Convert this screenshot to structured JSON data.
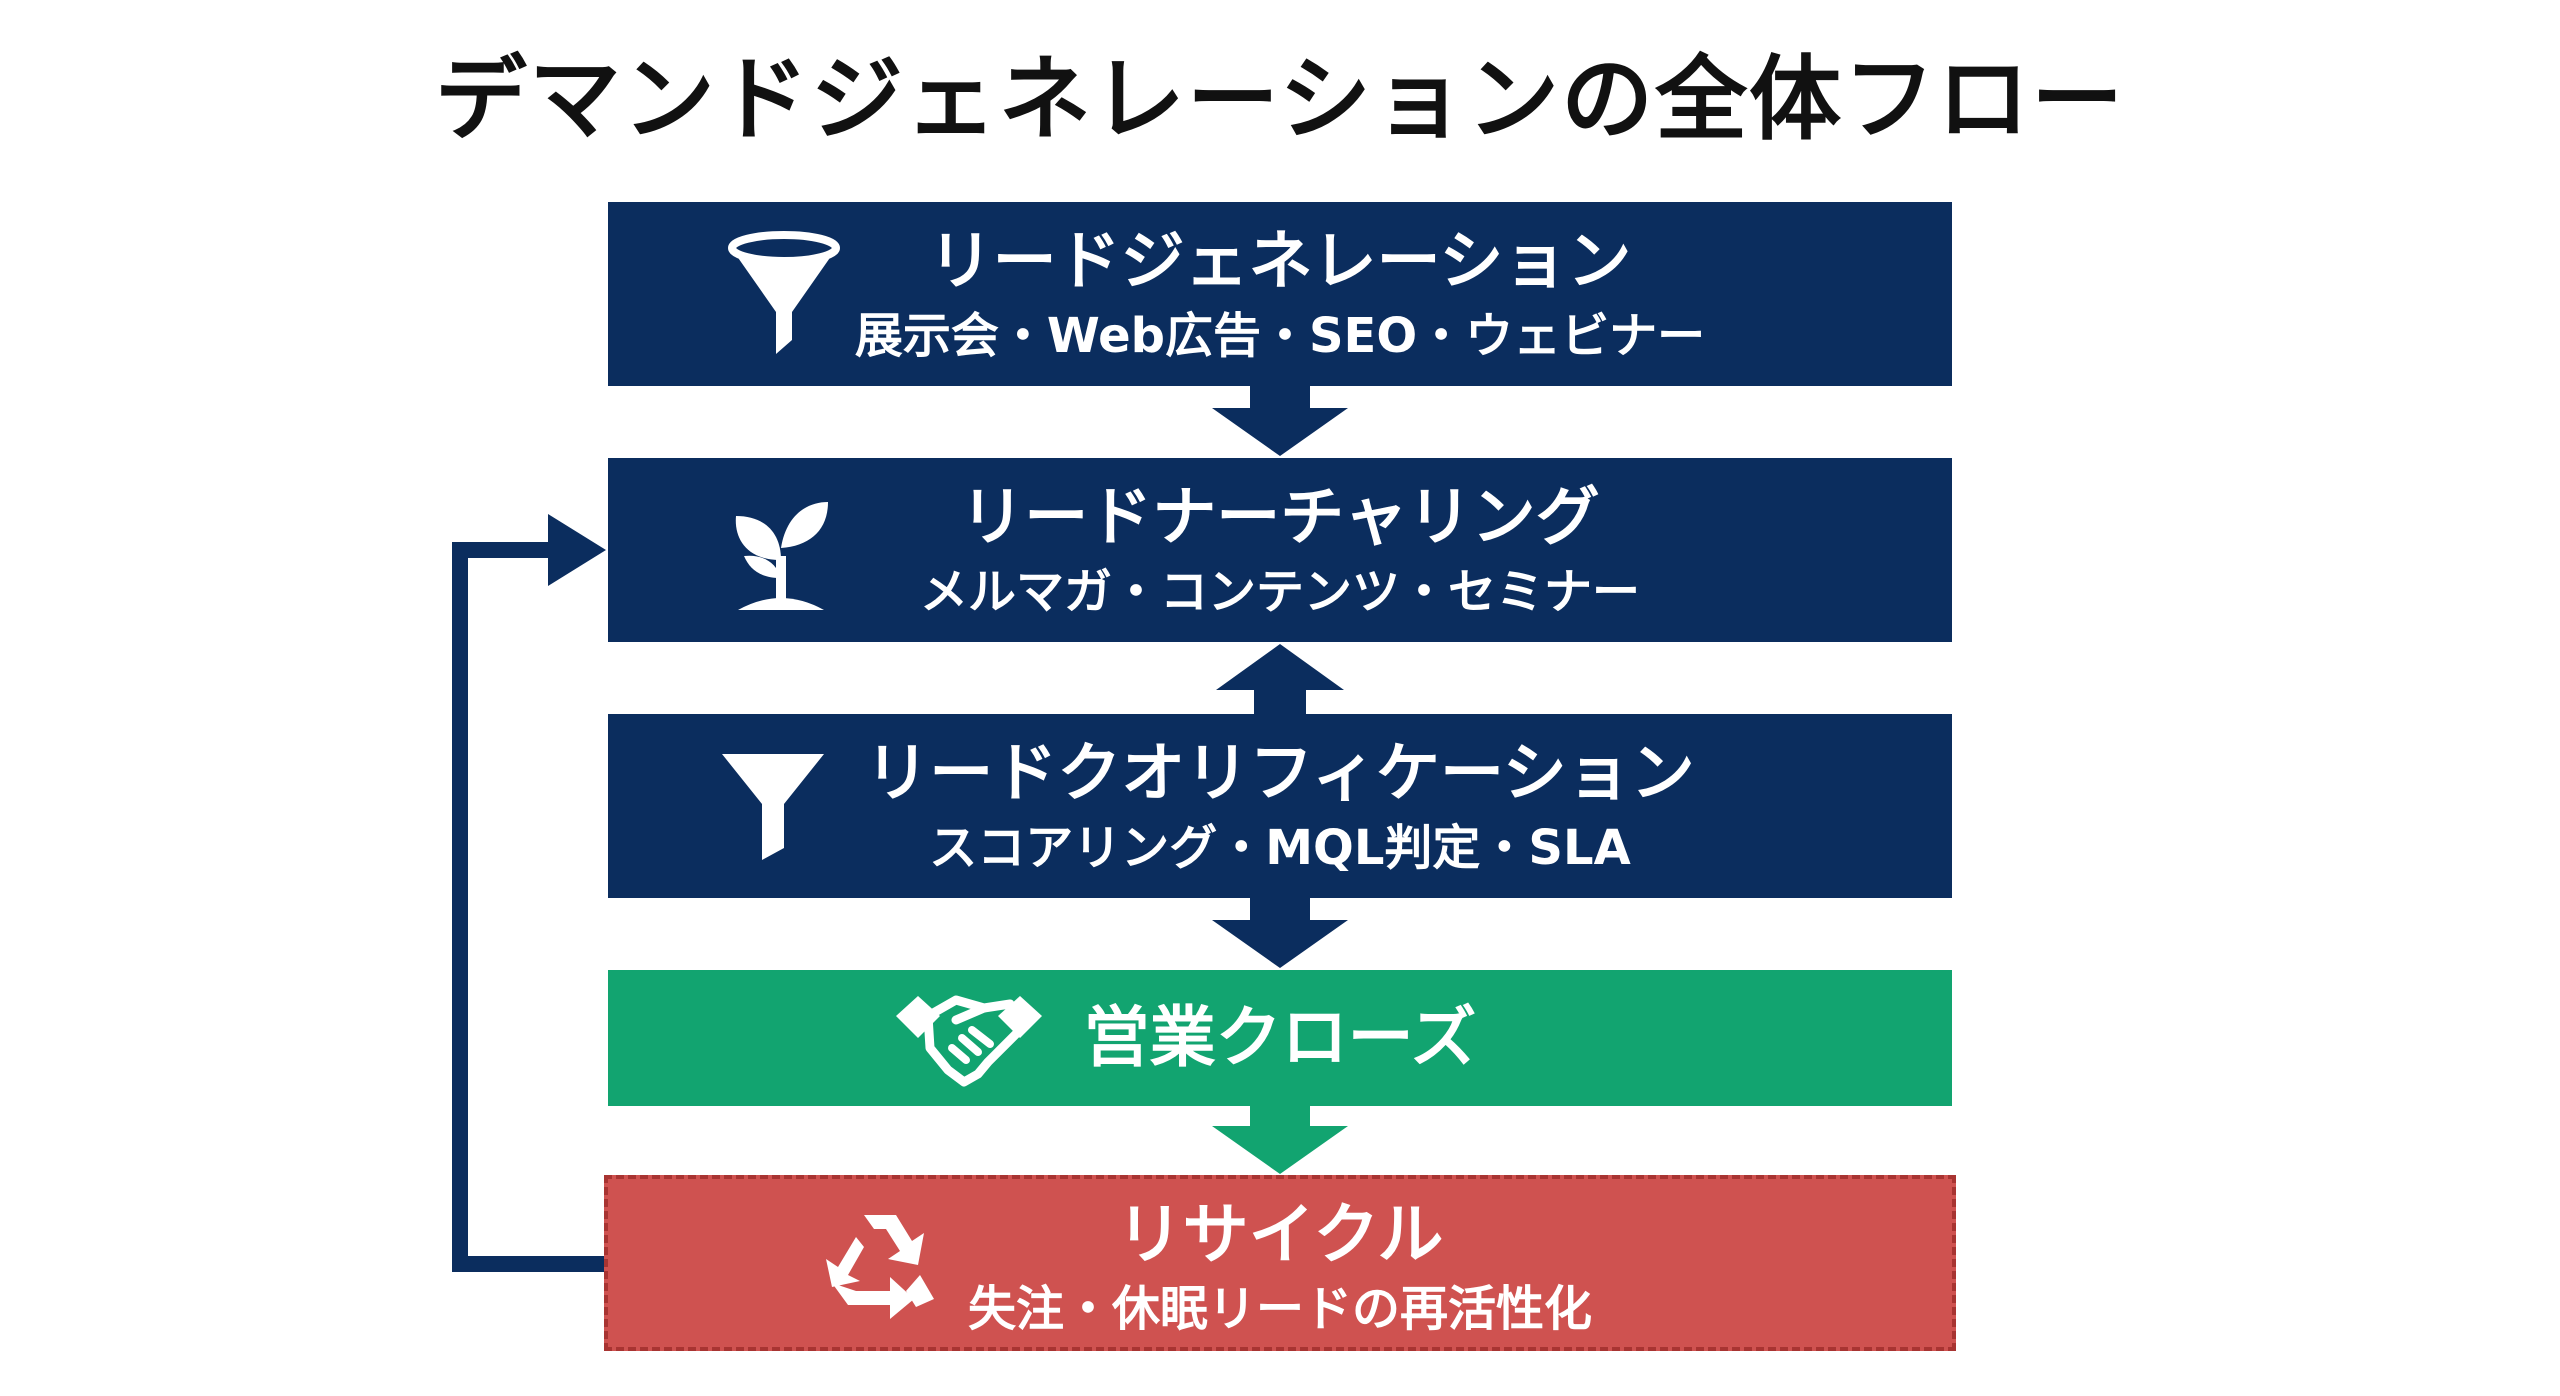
{
  "title": "デマンドジェネレーションの全体フロー",
  "steps": [
    {
      "label": "リードジェネレーション",
      "sub": "展示会・Web広告・SEO・ウェビナー",
      "icon": "funnel-icon"
    },
    {
      "label": "リードナーチャリング",
      "sub": "メルマガ・コンテンツ・セミナー",
      "icon": "sprout-icon"
    },
    {
      "label": "リードクオリフィケーション",
      "sub": "スコアリング・MQL判定・SLA",
      "icon": "filter-icon"
    },
    {
      "label": "営業クローズ",
      "icon": "handshake-icon"
    },
    {
      "label": "リサイクル",
      "sub": "失注・休眠リードの再活性化",
      "icon": "recycle-icon"
    }
  ],
  "colors": {
    "navy": "#0b2d5e",
    "green": "#12a470",
    "red": "#cf5250",
    "red_border": "#a83432"
  }
}
